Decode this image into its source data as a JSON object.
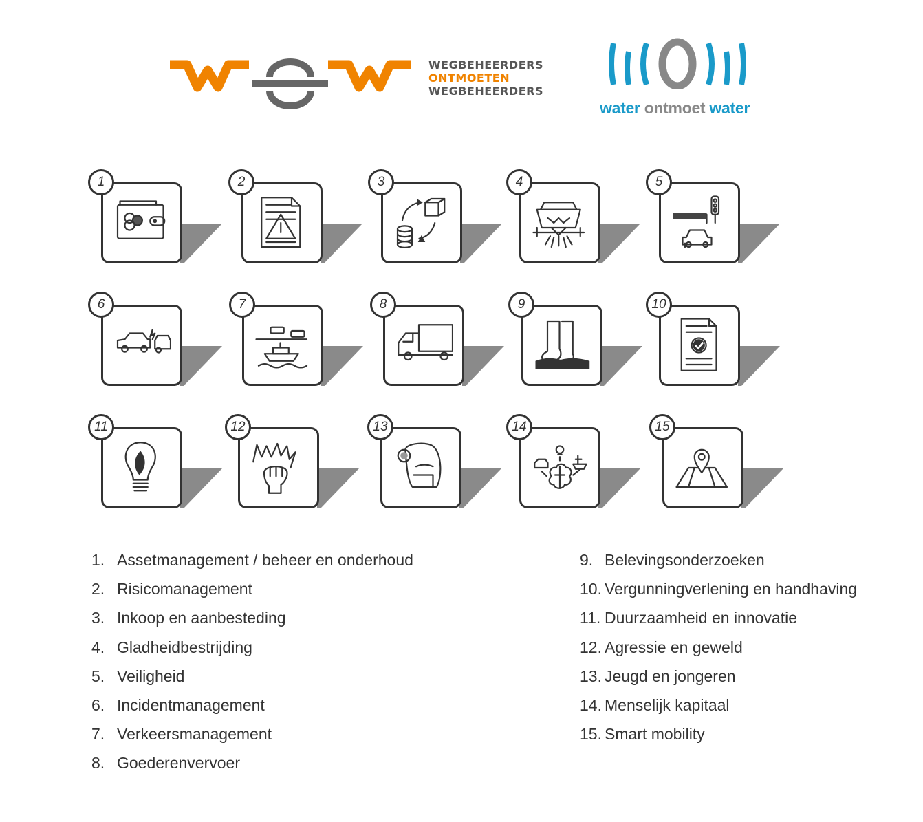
{
  "logos": {
    "wow": {
      "line1": "WEGBEHEERDERS",
      "line2": "ONTMOETEN",
      "line3": "WEGBEHEERDERS",
      "orange": "#f08300",
      "gray": "#555555"
    },
    "wow_water": {
      "word1": "water",
      "word2": "ontmoet",
      "word3": "water",
      "blue": "#1a9ac9",
      "gray": "#888888"
    }
  },
  "tiles": [
    {
      "number": "1",
      "icon": "wallet-euro-icon"
    },
    {
      "number": "2",
      "icon": "warning-document-icon"
    },
    {
      "number": "3",
      "icon": "coins-exchange-box-icon"
    },
    {
      "number": "4",
      "icon": "salt-spreader-truck-icon"
    },
    {
      "number": "5",
      "icon": "barrier-traffic-light-car-icon"
    },
    {
      "number": "6",
      "icon": "car-collision-icon"
    },
    {
      "number": "7",
      "icon": "traffic-bridge-ship-icon"
    },
    {
      "number": "8",
      "icon": "truck-icon"
    },
    {
      "number": "9",
      "icon": "boots-icon"
    },
    {
      "number": "10",
      "icon": "certificate-document-icon"
    },
    {
      "number": "11",
      "icon": "lightbulb-leaf-icon"
    },
    {
      "number": "12",
      "icon": "fist-icon"
    },
    {
      "number": "13",
      "icon": "backpack-icon"
    },
    {
      "number": "14",
      "icon": "brain-network-icon"
    },
    {
      "number": "15",
      "icon": "map-pin-icon"
    }
  ],
  "legend": [
    {
      "number": "1.",
      "label": "Assetmanagement / beheer en onderhoud"
    },
    {
      "number": "2.",
      "label": "Risicomanagement"
    },
    {
      "number": "3.",
      "label": "Inkoop en aanbesteding"
    },
    {
      "number": "4.",
      "label": "Gladheidbestrijding"
    },
    {
      "number": "5.",
      "label": "Veiligheid"
    },
    {
      "number": "6.",
      "label": "Incidentmanagement"
    },
    {
      "number": "7.",
      "label": "Verkeersmanagement"
    },
    {
      "number": "8.",
      "label": "Goederenvervoer"
    },
    {
      "number": "9.",
      "label": "Belevingsonderzoeken"
    },
    {
      "number": "10.",
      "label": "Vergunningverlening en handhaving"
    },
    {
      "number": "11.",
      "label": "Duurzaamheid en innovatie"
    },
    {
      "number": "12.",
      "label": "Agressie en geweld"
    },
    {
      "number": "13.",
      "label": "Jeugd en jongeren"
    },
    {
      "number": "14.",
      "label": "Menselijk kapitaal"
    },
    {
      "number": "15.",
      "label": "Smart mobility"
    }
  ]
}
